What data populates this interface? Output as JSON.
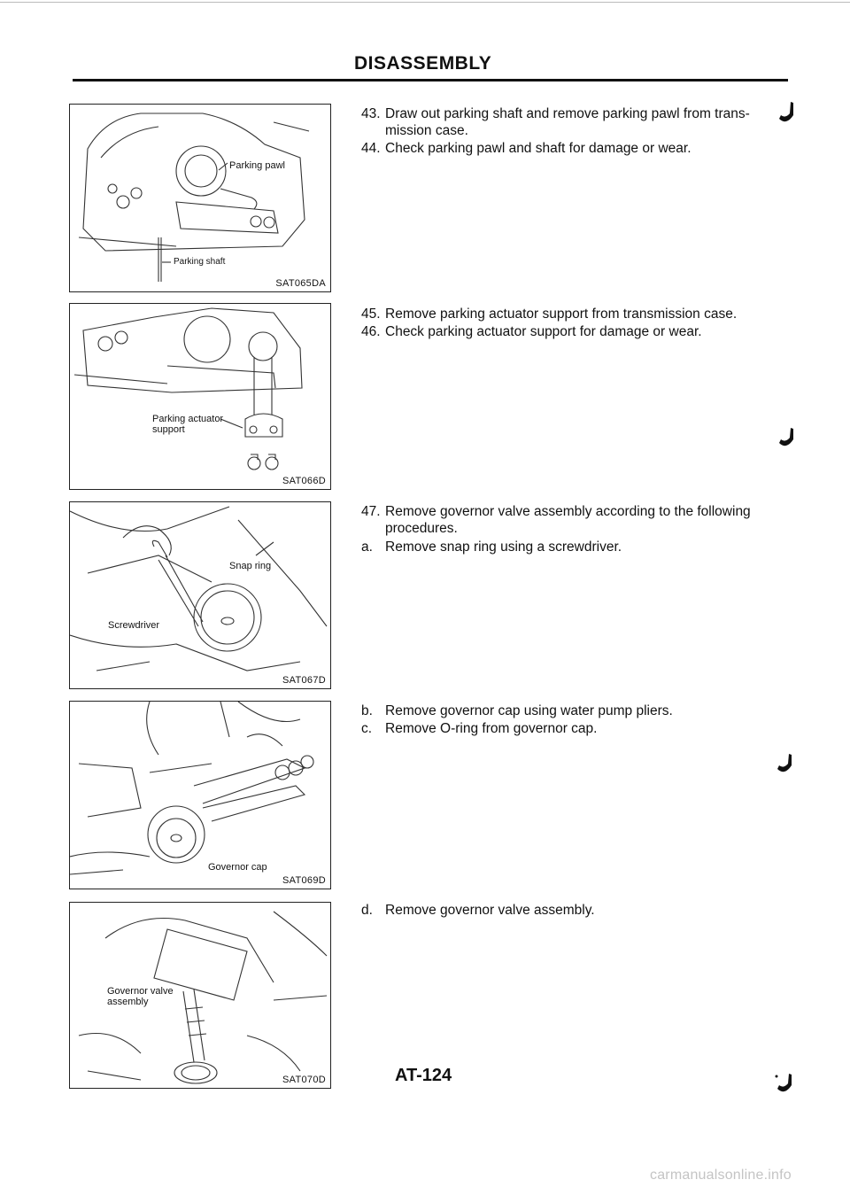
{
  "header": {
    "title": "DISASSEMBLY"
  },
  "figures": [
    {
      "code": "SAT065DA",
      "callouts": [
        "Parking pawl",
        "Parking shaft"
      ]
    },
    {
      "code": "SAT066D",
      "callouts": [
        "Parking actuator",
        "support"
      ]
    },
    {
      "code": "SAT067D",
      "callouts": [
        "Snap ring",
        "Screwdriver"
      ]
    },
    {
      "code": "SAT069D",
      "callouts": [
        "Governor cap"
      ]
    },
    {
      "code": "SAT070D",
      "callouts": [
        "Governor valve",
        "assembly"
      ]
    }
  ],
  "steps": [
    {
      "num": "43.",
      "text": "Draw out parking shaft and remove parking pawl from trans-",
      "cont": "mission case."
    },
    {
      "num": "44.",
      "text": "Check parking pawl and shaft for damage or wear."
    },
    {
      "num": "45.",
      "text": "Remove parking actuator support from transmission case."
    },
    {
      "num": "46.",
      "text": "Check parking actuator support for damage or wear."
    },
    {
      "num": "47.",
      "text": "Remove governor valve assembly according to the following",
      "cont": "procedures."
    },
    {
      "num": "a.",
      "text": "Remove snap ring using a screwdriver."
    },
    {
      "num": "b.",
      "text": "Remove governor cap using water pump pliers."
    },
    {
      "num": "c.",
      "text": "Remove O-ring from governor cap."
    },
    {
      "num": "d.",
      "text": "Remove governor valve assembly."
    }
  ],
  "footer": {
    "page_number": "AT-124",
    "watermark": "carmanualsonline.info"
  }
}
